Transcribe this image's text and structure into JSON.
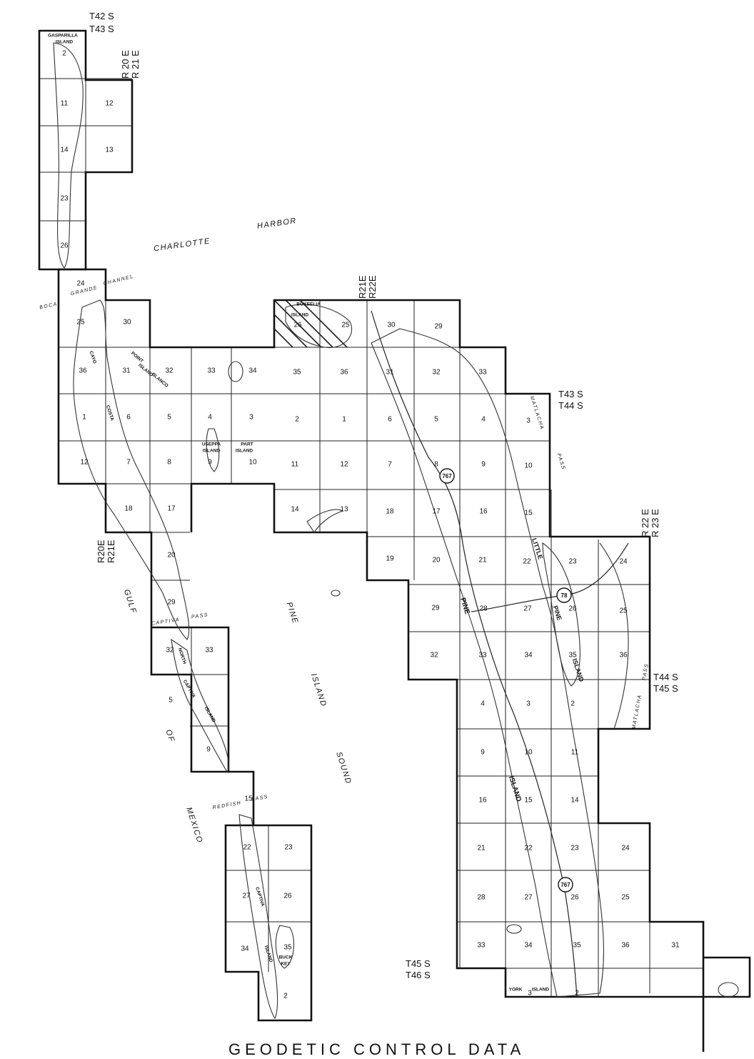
{
  "township_labels": [
    {
      "lines": [
        "T42 S",
        "T43 S"
      ]
    },
    {
      "lines": [
        "T43 S",
        "T44 S"
      ]
    },
    {
      "lines": [
        "T44 S",
        "T45 S"
      ]
    },
    {
      "lines": [
        "T45 S",
        "T46 S"
      ]
    }
  ],
  "range_labels": [
    {
      "lines": [
        "R 20 E",
        "R 21 E"
      ]
    },
    {
      "lines": [
        "R21E",
        "R22E"
      ]
    },
    {
      "lines": [
        "R20E",
        "R21E"
      ]
    },
    {
      "lines": [
        "R 22 E",
        "R 23 E"
      ]
    }
  ],
  "water_labels": {
    "charlotte": "CHARLOTTE",
    "harbor": "HARBOR",
    "boca": "BOCA",
    "grande": "GRANDE",
    "channel": "CHANNEL",
    "gulf": "GULF",
    "of": "OF",
    "mexico": "MEXICO",
    "pine": "PINE",
    "island": "ISLAND",
    "sound": "SOUND",
    "captiva_pass": "CAPTIVA",
    "pass_captiva": "PASS",
    "redfish": "REDFISH",
    "pass_redfish": "PASS",
    "matlacha": "MATLACHA",
    "pass_matlacha": "PASS",
    "matlacha_lower": "MATLACHA",
    "pass_lower": "PASS"
  },
  "place_labels": {
    "gasparilla": "GASPARILLA",
    "gasparilla_island": "ISLAND",
    "cayo": "CAYO",
    "costa": "COSTA",
    "point": "POINT",
    "blanco": "BLANCO",
    "point_island": "ISLAND",
    "useppa": "USEPPA",
    "useppa_island": "ISLAND",
    "part": "PART",
    "part_island": "ISLAND",
    "bokeelia": "BOKEELIA",
    "bokeelia_island": "ISLAND",
    "north": "NORTH",
    "captiva": "CAPTIVA",
    "nc_island": "ISLAND",
    "captiva2": "CAPTIVA",
    "captiva_island": "ISLAND",
    "buck": "BUCK",
    "key": "KEY",
    "little": "LITTLE",
    "little_pine": "PINE",
    "pine_big": "PINE",
    "island_big": "ISLAND",
    "pine_island_south": "ISLAND",
    "york": "YORK",
    "york_island": "ISLAND"
  },
  "road_shields": [
    "767",
    "78",
    "767"
  ],
  "sections": [
    {
      "n": "2"
    },
    {
      "n": "11"
    },
    {
      "n": "12"
    },
    {
      "n": "14"
    },
    {
      "n": "13"
    },
    {
      "n": "23"
    },
    {
      "n": "26"
    },
    {
      "n": "24"
    },
    {
      "n": "25"
    },
    {
      "n": "30"
    },
    {
      "n": "36"
    },
    {
      "n": "31"
    },
    {
      "n": "32"
    },
    {
      "n": "33"
    },
    {
      "n": "34"
    },
    {
      "n": "1"
    },
    {
      "n": "6"
    },
    {
      "n": "5"
    },
    {
      "n": "4"
    },
    {
      "n": "3"
    },
    {
      "n": "12"
    },
    {
      "n": "7"
    },
    {
      "n": "8"
    },
    {
      "n": "9"
    },
    {
      "n": "10"
    },
    {
      "n": "18"
    },
    {
      "n": "17"
    },
    {
      "n": "20"
    },
    {
      "n": "29"
    },
    {
      "n": "26"
    },
    {
      "n": "25"
    },
    {
      "n": "30"
    },
    {
      "n": "29"
    },
    {
      "n": "35"
    },
    {
      "n": "36"
    },
    {
      "n": "31"
    },
    {
      "n": "32"
    },
    {
      "n": "33"
    },
    {
      "n": "2"
    },
    {
      "n": "1"
    },
    {
      "n": "6"
    },
    {
      "n": "5"
    },
    {
      "n": "4"
    },
    {
      "n": "3"
    },
    {
      "n": "11"
    },
    {
      "n": "12"
    },
    {
      "n": "7"
    },
    {
      "n": "8"
    },
    {
      "n": "9"
    },
    {
      "n": "10"
    },
    {
      "n": "14"
    },
    {
      "n": "13"
    },
    {
      "n": "18"
    },
    {
      "n": "17"
    },
    {
      "n": "16"
    },
    {
      "n": "15"
    },
    {
      "n": "19"
    },
    {
      "n": "20"
    },
    {
      "n": "21"
    },
    {
      "n": "22"
    },
    {
      "n": "23"
    },
    {
      "n": "24"
    },
    {
      "n": "29"
    },
    {
      "n": "28"
    },
    {
      "n": "27"
    },
    {
      "n": "26"
    },
    {
      "n": "25"
    },
    {
      "n": "32"
    },
    {
      "n": "33"
    },
    {
      "n": "34"
    },
    {
      "n": "35"
    },
    {
      "n": "36"
    },
    {
      "n": "4"
    },
    {
      "n": "3"
    },
    {
      "n": "2"
    },
    {
      "n": "9"
    },
    {
      "n": "10"
    },
    {
      "n": "11"
    },
    {
      "n": "16"
    },
    {
      "n": "15"
    },
    {
      "n": "14"
    },
    {
      "n": "21"
    },
    {
      "n": "22"
    },
    {
      "n": "23"
    },
    {
      "n": "24"
    },
    {
      "n": "28"
    },
    {
      "n": "27"
    },
    {
      "n": "26"
    },
    {
      "n": "25"
    },
    {
      "n": "33"
    },
    {
      "n": "34"
    },
    {
      "n": "35"
    },
    {
      "n": "36"
    },
    {
      "n": "31"
    },
    {
      "n": "3"
    },
    {
      "n": "2"
    },
    {
      "n": "32"
    },
    {
      "n": "33"
    },
    {
      "n": "5"
    },
    {
      "n": "9"
    },
    {
      "n": "15"
    },
    {
      "n": "22"
    },
    {
      "n": "23"
    },
    {
      "n": "27"
    },
    {
      "n": "26"
    },
    {
      "n": "34"
    },
    {
      "n": "35"
    },
    {
      "n": "2"
    }
  ],
  "footer_title": "GEODETIC CONTROL DATA"
}
